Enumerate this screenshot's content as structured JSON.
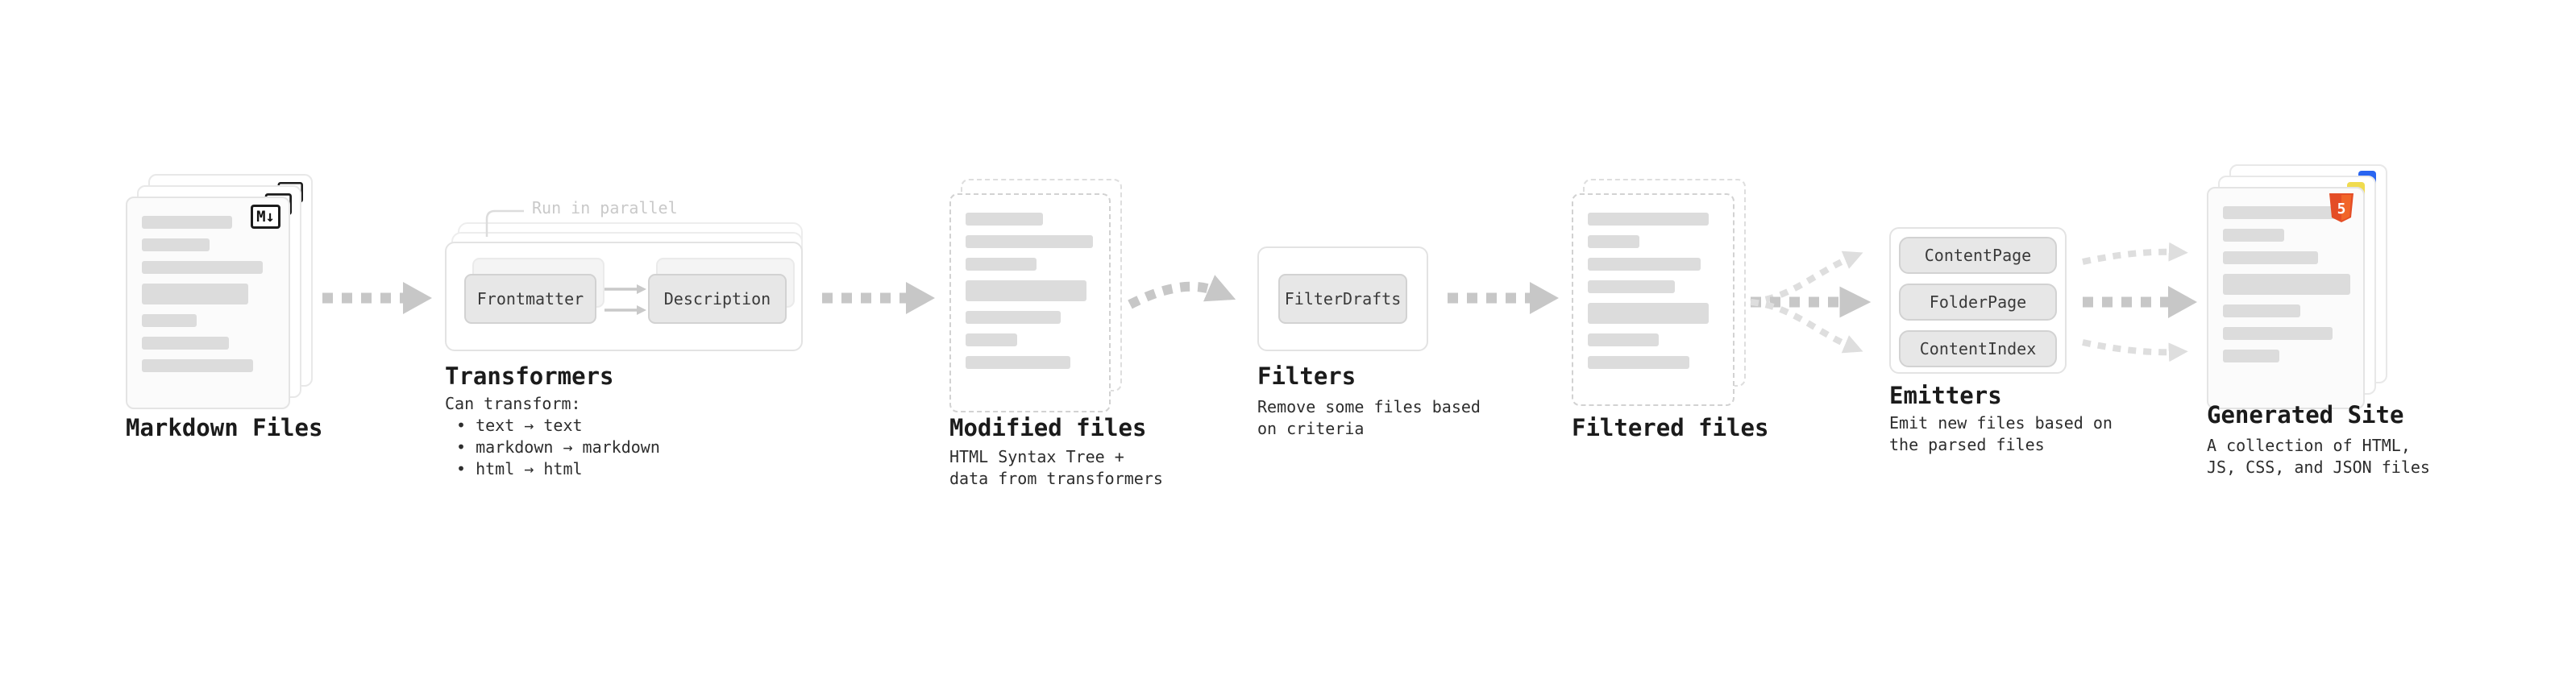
{
  "colors": {
    "arrow": "#c7c7c7",
    "arrow_light": "#dedede",
    "card_border": "#e4e4e4",
    "dashed_border": "#d2d2d2",
    "chip_bg": "#e7e7e7",
    "chip_border": "#d2d2d2",
    "placeholder_bar": "#dcdcdc",
    "title_text": "#1b1b1b",
    "body_text": "#2d2d2d",
    "muted_text": "#c9c9c9",
    "html5_orange": "#e44d26",
    "html5_orange_light": "#f16529",
    "js_yellow": "#f0db4f",
    "css_blue": "#2965f1",
    "markdown_badge_border": "#1c1c1c"
  },
  "pipeline": {
    "markdown_files": {
      "title": "Markdown Files",
      "badge": "M↓"
    },
    "transformers": {
      "title": "Transformers",
      "parallel_label": "Run in parallel",
      "step1": "Frontmatter",
      "step2": "Description",
      "desc": [
        "Can transform:",
        "• text → text",
        "• markdown → markdown",
        "• html → html"
      ]
    },
    "modified_files": {
      "title": "Modified files",
      "desc": [
        "HTML Syntax Tree +",
        "data from transformers"
      ]
    },
    "filters": {
      "title": "Filters",
      "step": "FilterDrafts",
      "desc": [
        "Remove some files based",
        "on criteria"
      ]
    },
    "filtered_files": {
      "title": "Filtered files"
    },
    "emitters": {
      "title": "Emitters",
      "steps": [
        "ContentPage",
        "FolderPage",
        "ContentIndex"
      ],
      "desc": [
        "Emit new files based on",
        "the parsed files"
      ]
    },
    "generated_site": {
      "title": "Generated Site",
      "badge": "5",
      "desc": [
        "A collection of HTML,",
        "JS, CSS, and JSON files"
      ]
    }
  }
}
